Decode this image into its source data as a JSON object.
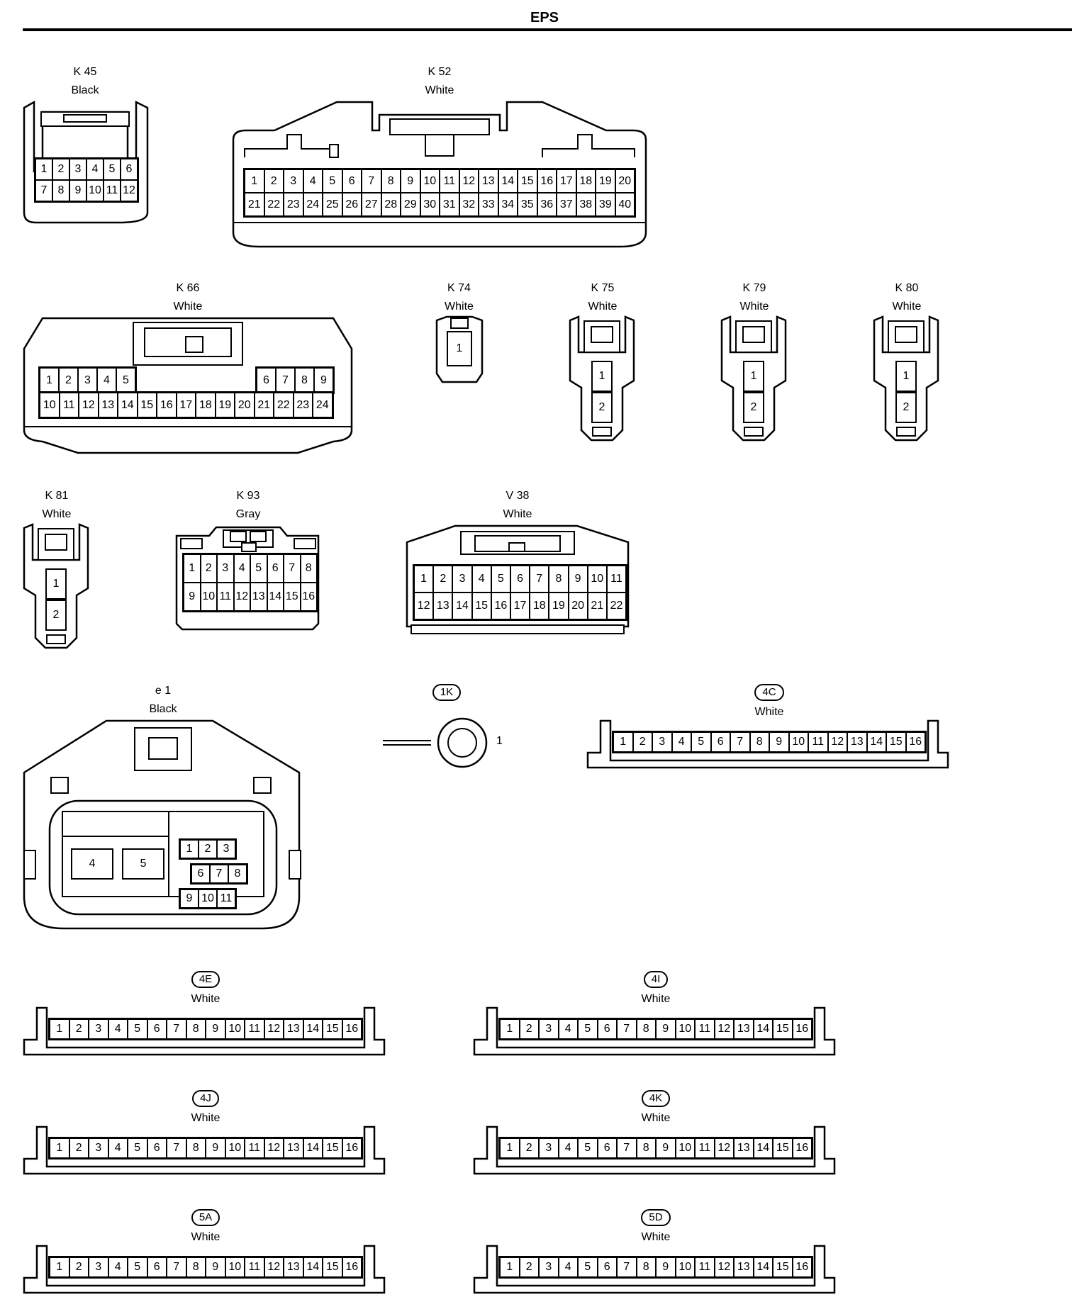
{
  "title": "EPS",
  "connectors": {
    "k45": {
      "id": "K 45",
      "color": "Black",
      "rows": [
        [
          "1",
          "2",
          "3",
          "4",
          "5",
          "6"
        ],
        [
          "7",
          "8",
          "9",
          "10",
          "11",
          "12"
        ]
      ]
    },
    "k52": {
      "id": "K 52",
      "color": "White",
      "rows": [
        [
          "1",
          "2",
          "3",
          "4",
          "5",
          "6",
          "7",
          "8",
          "9",
          "10",
          "11",
          "12",
          "13",
          "14",
          "15",
          "16",
          "17",
          "18",
          "19",
          "20"
        ],
        [
          "21",
          "22",
          "23",
          "24",
          "25",
          "26",
          "27",
          "28",
          "29",
          "30",
          "31",
          "32",
          "33",
          "34",
          "35",
          "36",
          "37",
          "38",
          "39",
          "40"
        ]
      ]
    },
    "k66": {
      "id": "K 66",
      "color": "White",
      "top_left": [
        "1",
        "2",
        "3",
        "4",
        "5"
      ],
      "top_right": [
        "6",
        "7",
        "8",
        "9"
      ],
      "bottom": [
        "10",
        "11",
        "12",
        "13",
        "14",
        "15",
        "16",
        "17",
        "18",
        "19",
        "20",
        "21",
        "22",
        "23",
        "24"
      ]
    },
    "k74": {
      "id": "K 74",
      "color": "White",
      "pins": [
        "1"
      ]
    },
    "k75": {
      "id": "K 75",
      "color": "White",
      "pins": [
        "1",
        "2"
      ]
    },
    "k79": {
      "id": "K 79",
      "color": "White",
      "pins": [
        "1",
        "2"
      ]
    },
    "k80": {
      "id": "K 80",
      "color": "White",
      "pins": [
        "1",
        "2"
      ]
    },
    "k81": {
      "id": "K 81",
      "color": "White",
      "pins": [
        "1",
        "2"
      ]
    },
    "k93": {
      "id": "K 93",
      "color": "Gray",
      "rows": [
        [
          "1",
          "2",
          "3",
          "4",
          "5",
          "6",
          "7",
          "8"
        ],
        [
          "9",
          "10",
          "11",
          "12",
          "13",
          "14",
          "15",
          "16"
        ]
      ]
    },
    "v38": {
      "id": "V 38",
      "color": "White",
      "rows": [
        [
          "1",
          "2",
          "3",
          "4",
          "5",
          "6",
          "7",
          "8",
          "9",
          "10",
          "11"
        ],
        [
          "12",
          "13",
          "14",
          "15",
          "16",
          "17",
          "18",
          "19",
          "20",
          "21",
          "22"
        ]
      ]
    },
    "e1": {
      "id": "e 1",
      "color": "Black",
      "large": [
        "4",
        "5"
      ],
      "small": [
        [
          "1",
          "2",
          "3"
        ],
        [
          "6",
          "7",
          "8"
        ],
        [
          "9",
          "10",
          "11"
        ]
      ]
    },
    "j1k": {
      "id": "1K",
      "pin": "1"
    },
    "j4c": {
      "id": "4C",
      "color": "White"
    },
    "j4e": {
      "id": "4E",
      "color": "White"
    },
    "j4i": {
      "id": "4I",
      "color": "White"
    },
    "j4j": {
      "id": "4J",
      "color": "White"
    },
    "j4k": {
      "id": "4K",
      "color": "White"
    },
    "j5a": {
      "id": "5A",
      "color": "White"
    },
    "j5d": {
      "id": "5D",
      "color": "White"
    }
  },
  "junction_pins": [
    "1",
    "2",
    "3",
    "4",
    "5",
    "6",
    "7",
    "8",
    "9",
    "10",
    "11",
    "12",
    "13",
    "14",
    "15",
    "16"
  ]
}
